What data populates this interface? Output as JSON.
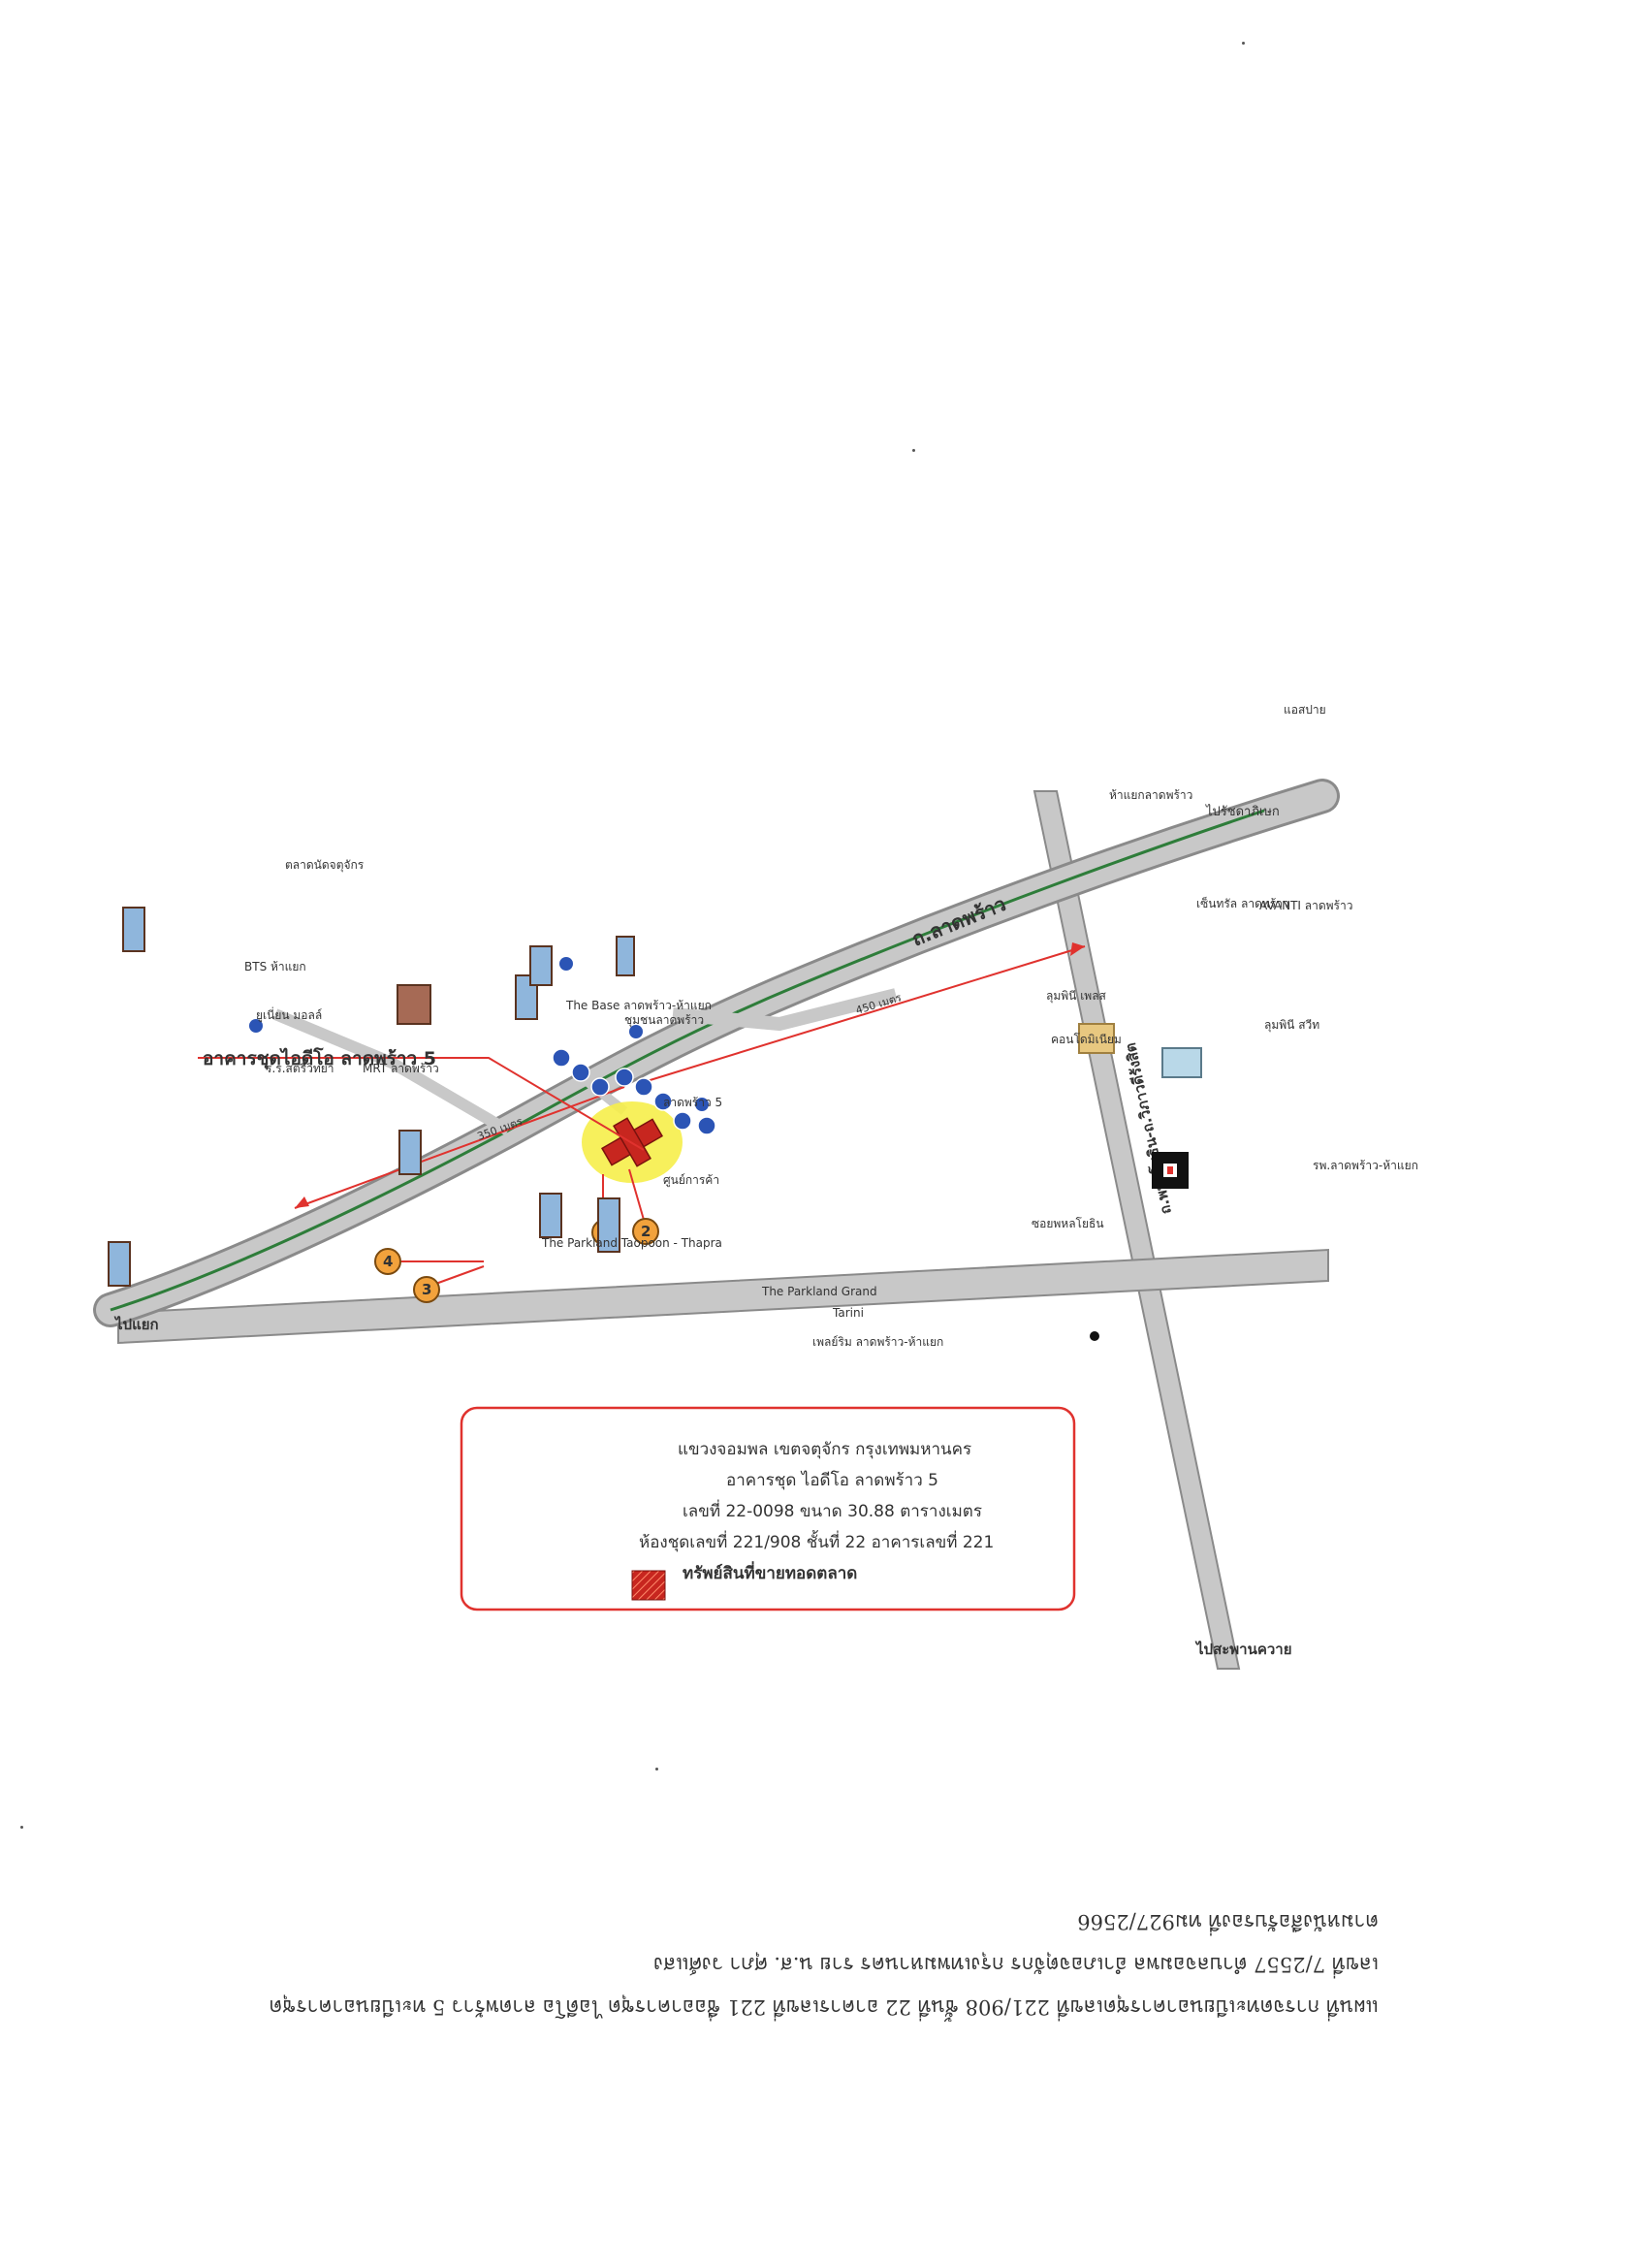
{
  "caption": {
    "line1": "แผนที่ การจดทะเบียนอาคารชุดเลขที่ 221/908 ชั้นที่ 22 อาคารเลขที่ 221 ชื่ออาคารชุด ไอดีโอ ลาดพร้าว 5 ทะเบียนอาคารชุด",
    "line2": "เลขที่ 7/2557 ตำบลจอมพล อำเภอจตุจักร กรุงเทพมหานคร ราย น.ส. ศุภา วงศ์แสง",
    "line3": "ตามหนังสือรับรองที่ ทม927/2566"
  },
  "legend": {
    "line1": "ทรัพย์สินที่ขายทอดตลาด",
    "line2": "ห้องชุดเลขที่ 221/908 ชั้นที่ 22 อาคารเลขที่ 221",
    "line3": "เลขที่ 22-0098 ขนาด 30.88 ตารางเมตร",
    "line4": "อาคารชุด ไอดีโอ ลาดพร้าว 5",
    "line5": "แขวงจอมพล เขตจตุจักร กรุงเทพมหานคร"
  },
  "map": {
    "main_road": "ถ.ลาดพร้าว",
    "cross_road": "ถ.พหลโยธิน-ถ.วิภาวดีรังสิต",
    "target_label": "อาคารชุดไอดีโอ ลาดพร้าว 5",
    "to_left": "ไปแยก",
    "to_bottom": "ไปสะพานควาย",
    "to_top": "ไปรัชดาภิเษก",
    "dist_1": "450 เมตร",
    "dist_2": "350 เมตร",
    "markers": [
      "1",
      "2",
      "3",
      "4"
    ],
    "places": {
      "parkland_bk": "The Parkland Taopoon - Thapra",
      "parkland_grand": "The Parkland Grand",
      "tarini": "Tarini",
      "lat_condo": "เพลย์ริม ลาดพร้าว-ห้าแยก",
      "lat_5": "ลาดพร้าว 5",
      "soi_pho": "ซอยพหลโยธิน",
      "hospital": "รพ.ลาดพร้าว-ห้าแยก",
      "condo_a": "คอนโดมิเนียม",
      "condo_b": "ลุมพินี เพลส",
      "condo_c": "ลุมพินี สวีท",
      "avanti": "AVANTI ลาดพร้าว",
      "the_base": "The Base ลาดพร้าว-ห้าแยก",
      "mrt_lat": "MRT ลาดพร้าว",
      "sri_prok": "ศูนย์การค้า",
      "khor_khai": "ร.ร.สตรีวิทยา",
      "lat_park": "ตลาดนัดจตุจักร",
      "bts": "BTS ห้าแยก",
      "union": "ยูเนี่ยน มอลล์",
      "right_side": "ชุมชนลาดพร้าว",
      "lex": "เซ็นทรัล ลาดพร้าว",
      "bottom_condo": "แอสปาย",
      "top_right": "ห้าแยกลาดพร้าว"
    }
  },
  "colors": {
    "road_fill": "#c8c8c8",
    "road_edge": "#8a8a8a",
    "rail": "#2e7d3a",
    "accent_red": "#e0322e",
    "highlight_yellow": "#f6ee4a",
    "marker_orange": "#f2a23c",
    "bubble_blue": "#2b54b5",
    "building_blue": "#8fb6dc"
  }
}
